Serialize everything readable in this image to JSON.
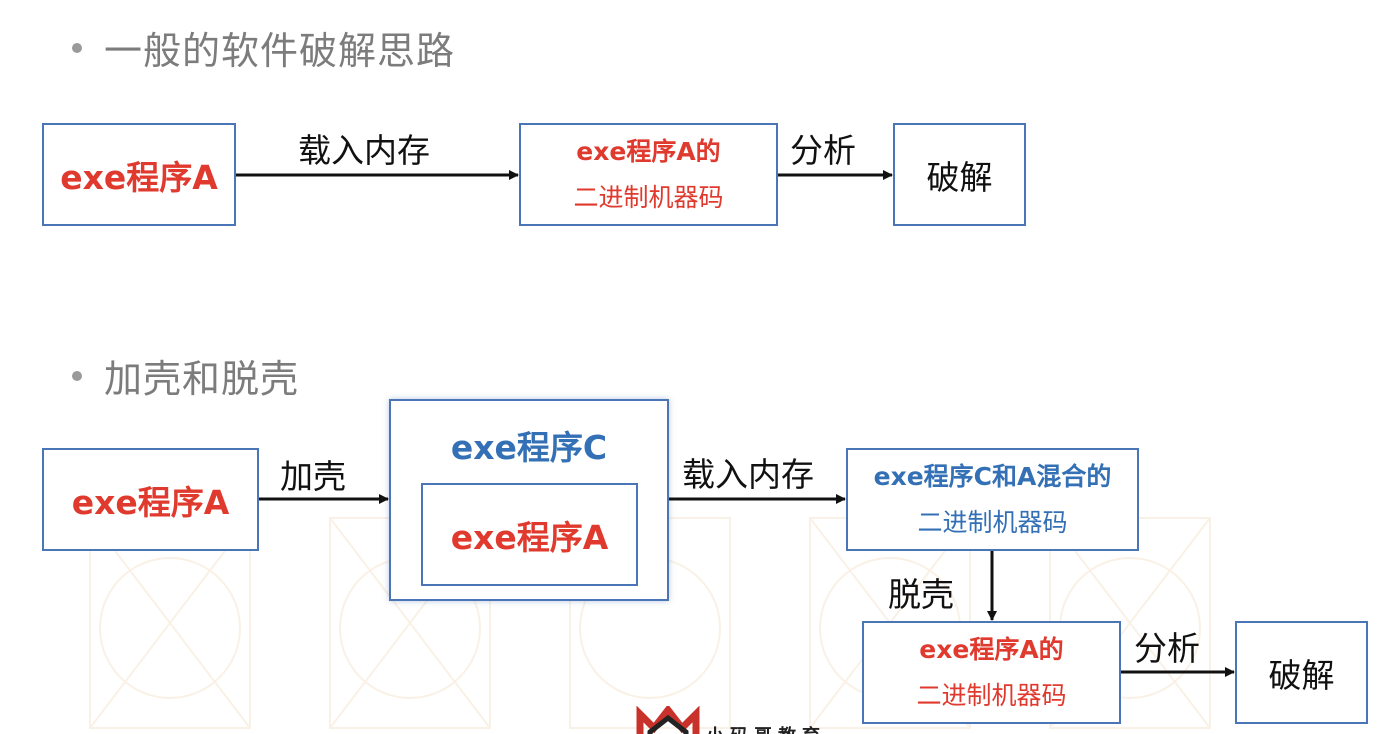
{
  "section1": {
    "heading": "一般的软件破解思路",
    "box_a": "exe程序A",
    "edge_load": "载入内存",
    "box_binary_line1": "exe程序A的",
    "box_binary_line2": "二进制机器码",
    "edge_analyze": "分析",
    "box_crack": "破解"
  },
  "section2": {
    "heading": "加壳和脱壳",
    "box_a": "exe程序A",
    "edge_pack": "加壳",
    "box_c_title": "exe程序C",
    "box_c_inner": "exe程序A",
    "edge_load": "载入内存",
    "box_mixed_line1": "exe程序C和A混合的",
    "box_mixed_line2": "二进制机器码",
    "edge_unpack": "脱壳",
    "box_binary_line1": "exe程序A的",
    "box_binary_line2": "二进制机器码",
    "edge_analyze": "分析",
    "box_crack": "破解"
  },
  "logo": {
    "text": "小码哥教育"
  },
  "colors": {
    "box_border": "#4a76b8",
    "text_red": "#e03a2e",
    "text_blue": "#3470b5",
    "heading_gray": "#7c7c7c"
  }
}
